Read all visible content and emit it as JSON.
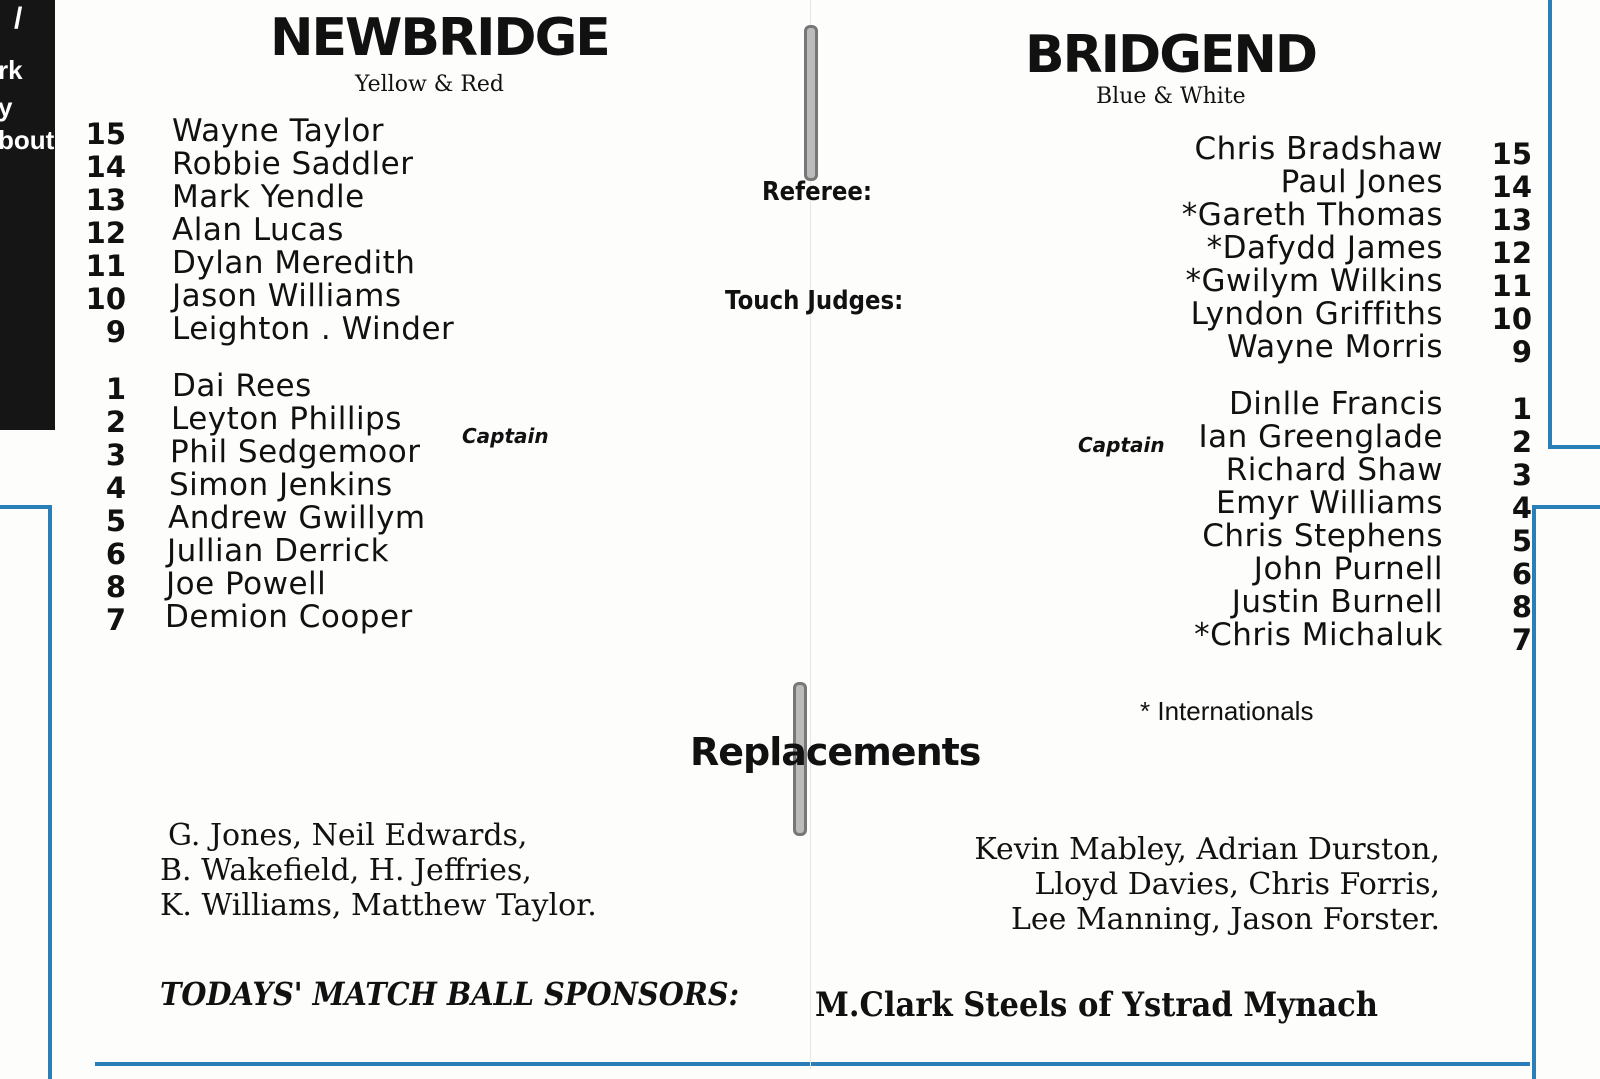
{
  "left_strip": [
    "rk",
    "y",
    "bout"
  ],
  "home": {
    "team": "NEWBRIDGE",
    "colors": "Yellow & Red",
    "captain_label": "Captain",
    "players": [
      {
        "num": "15",
        "name": "Wayne Taylor"
      },
      {
        "num": "14",
        "name": "Robbie Saddler"
      },
      {
        "num": "13",
        "name": "Mark Yendle"
      },
      {
        "num": "12",
        "name": "Alan Lucas"
      },
      {
        "num": "11",
        "name": "Dylan Meredith"
      },
      {
        "num": "10",
        "name": "Jason Williams"
      },
      {
        "num": "9",
        "name": "Leighton . Winder"
      },
      {
        "num": "1",
        "name": "Dai Rees"
      },
      {
        "num": "2",
        "name": "Leyton Phillips"
      },
      {
        "num": "3",
        "name": "Phil Sedgemoor"
      },
      {
        "num": "4",
        "name": "Simon Jenkins"
      },
      {
        "num": "5",
        "name": "Andrew Gwillym"
      },
      {
        "num": "6",
        "name": "Jullian Derrick"
      },
      {
        "num": "8",
        "name": "Joe Powell"
      },
      {
        "num": "7",
        "name": "Demion Cooper"
      }
    ],
    "replacements": [
      "G. Jones,  Neil Edwards,",
      "B. Wakefield, H. Jeffries,",
      "K. Williams,  Matthew Taylor."
    ]
  },
  "away": {
    "team": "BRIDGEND",
    "colors": "Blue & White",
    "captain_label": "Captain",
    "players": [
      {
        "num": "15",
        "name": "Chris Bradshaw"
      },
      {
        "num": "14",
        "name": "Paul Jones"
      },
      {
        "num": "13",
        "name": "*Gareth Thomas"
      },
      {
        "num": "12",
        "name": "*Dafydd James"
      },
      {
        "num": "11",
        "name": "*Gwilym Wilkins"
      },
      {
        "num": "10",
        "name": "Lyndon Griffiths"
      },
      {
        "num": "9",
        "name": "Wayne Morris"
      },
      {
        "num": "1",
        "name": "Dinlle Francis"
      },
      {
        "num": "2",
        "name": "Ian Greenglade"
      },
      {
        "num": "3",
        "name": "Richard Shaw"
      },
      {
        "num": "4",
        "name": "Emyr Williams"
      },
      {
        "num": "5",
        "name": "Chris Stephens"
      },
      {
        "num": "6",
        "name": "John Purnell"
      },
      {
        "num": "8",
        "name": "Justin Burnell"
      },
      {
        "num": "7",
        "name": "*Chris Michaluk"
      }
    ],
    "internationals_note": "*  Internationals",
    "replacements": [
      "Kevin Mabley,  Adrian Durston,",
      "Lloyd Davies,  Chris Forris,",
      "Lee Manning,  Jason Forster."
    ]
  },
  "officials": {
    "referee": "Referee:",
    "touch_judges": "Touch Judges:"
  },
  "replacements_heading": "Replacements",
  "sponsor": {
    "label": "TODAYS' MATCH BALL SPONSORS:",
    "name": "M.Clark Steels of Ystrad Mynach"
  },
  "accent_color": "#2a7fb8"
}
